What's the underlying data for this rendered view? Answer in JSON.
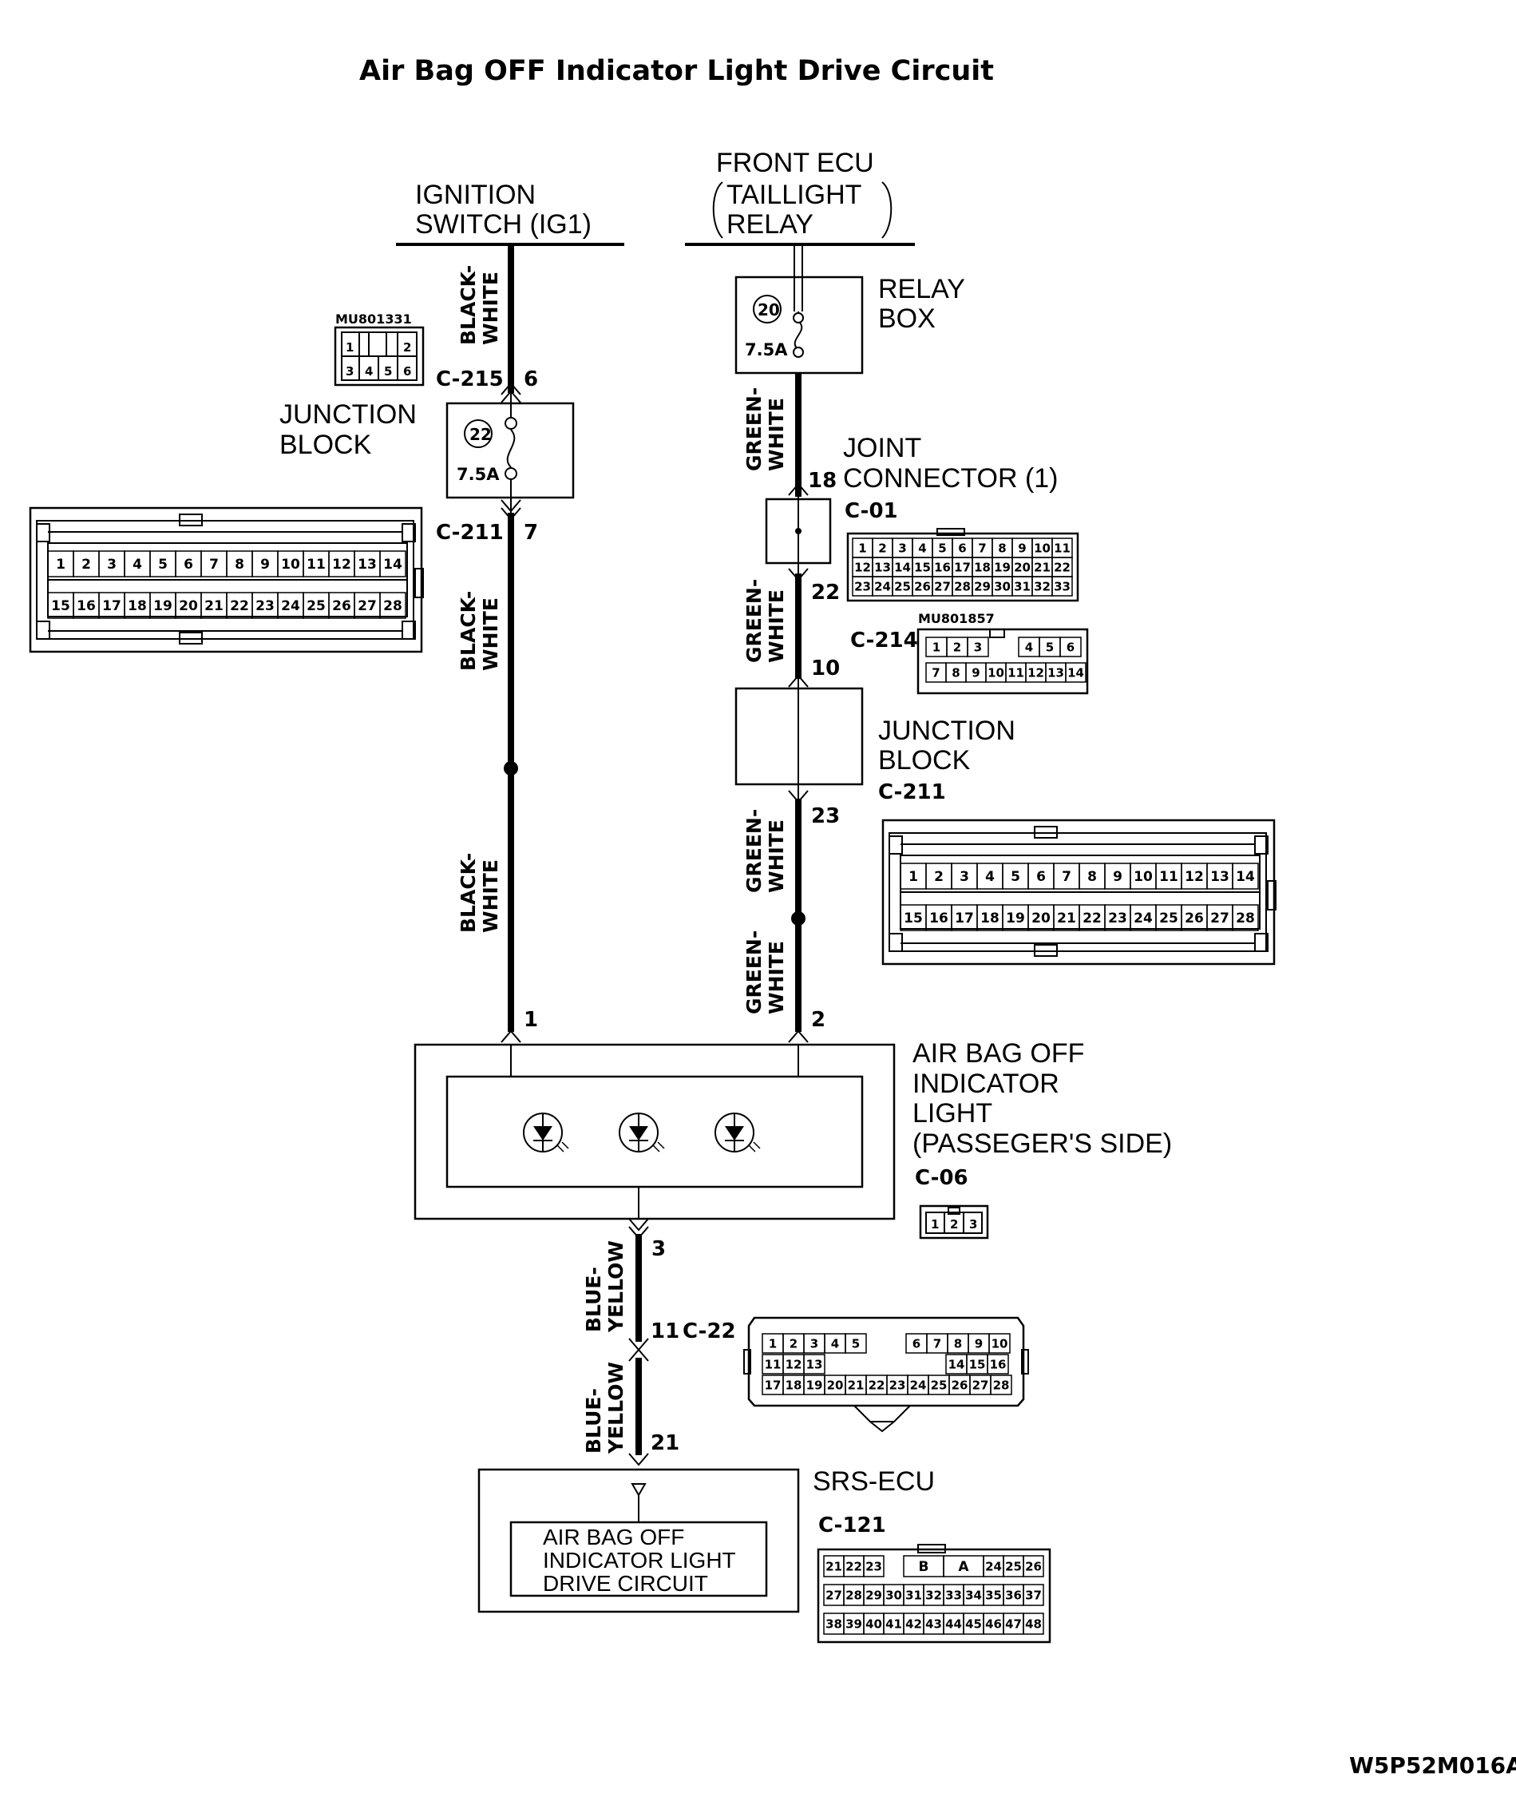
{
  "title": "Air Bag OFF Indicator Light Drive Circuit",
  "code": "W5P52M016A",
  "sources": {
    "ignition": [
      "IGNITION",
      "SWITCH (IG1)"
    ],
    "front_ecu": [
      "FRONT ECU",
      "TAILLIGHT",
      "RELAY"
    ]
  },
  "relay_box": {
    "label": [
      "RELAY",
      "BOX"
    ],
    "fuse_no": "20",
    "fuse_rating": "7.5A"
  },
  "junction_block_fuse": {
    "label": [
      "JUNCTION",
      "BLOCK"
    ],
    "fuse_no": "22",
    "fuse_rating": "7.5A",
    "top_connector": "C-215",
    "top_pin": "6",
    "bottom_connector": "C-211",
    "bottom_pin": "7"
  },
  "connector_mu801331": {
    "part": "MU801331",
    "top_row": [
      "1",
      "",
      "2"
    ],
    "bottom_row": [
      "3",
      "4",
      "5",
      "6"
    ]
  },
  "connector_c211_left": {
    "row1": [
      "1",
      "2",
      "3",
      "4",
      "5",
      "6",
      "7",
      "8",
      "9",
      "10",
      "11",
      "12",
      "13",
      "14"
    ],
    "row2": [
      "15",
      "16",
      "17",
      "18",
      "19",
      "20",
      "21",
      "22",
      "23",
      "24",
      "25",
      "26",
      "27",
      "28"
    ]
  },
  "joint_connector": {
    "label": [
      "JOINT",
      "CONNECTOR (1)"
    ],
    "connector": "C-01",
    "in_pin": "18",
    "out_pin": "22",
    "row1": [
      "1",
      "2",
      "3",
      "4",
      "5",
      "6",
      "7",
      "8",
      "9",
      "10",
      "11"
    ],
    "row2": [
      "12",
      "13",
      "14",
      "15",
      "16",
      "17",
      "18",
      "19",
      "20",
      "21",
      "22"
    ],
    "row3": [
      "23",
      "24",
      "25",
      "26",
      "27",
      "28",
      "29",
      "30",
      "31",
      "32",
      "33"
    ]
  },
  "connector_c214": {
    "connector": "C-214",
    "part": "MU801857",
    "pin": "10",
    "row1a": [
      "1",
      "2",
      "3"
    ],
    "row1b": [
      "4",
      "5",
      "6"
    ],
    "row2": [
      "7",
      "8",
      "9",
      "10",
      "11",
      "12",
      "13",
      "14"
    ]
  },
  "junction_block_right": {
    "label": [
      "JUNCTION",
      "BLOCK"
    ],
    "connector": "C-211",
    "pin": "23",
    "row1": [
      "1",
      "2",
      "3",
      "4",
      "5",
      "6",
      "7",
      "8",
      "9",
      "10",
      "11",
      "12",
      "13",
      "14"
    ],
    "row2": [
      "15",
      "16",
      "17",
      "18",
      "19",
      "20",
      "21",
      "22",
      "23",
      "24",
      "25",
      "26",
      "27",
      "28"
    ]
  },
  "wires": {
    "black_white": [
      "BLACK-",
      "WHITE"
    ],
    "green_white": [
      "GREEN-",
      "WHITE"
    ],
    "blue_yellow": [
      "BLUE-",
      "YELLOW"
    ]
  },
  "indicator": {
    "label": [
      "AIR BAG OFF",
      "INDICATOR",
      "LIGHT",
      "(PASSEGER'S SIDE)"
    ],
    "connector": "C-06",
    "pin_left": "1",
    "pin_right": "2",
    "pin_out": "3",
    "pins": [
      "1",
      "2",
      "3"
    ]
  },
  "connector_c22": {
    "connector": "C-22",
    "pin": "11",
    "row1a": [
      "1",
      "2",
      "3",
      "4",
      "5"
    ],
    "row1b": [
      "6",
      "7",
      "8",
      "9",
      "10"
    ],
    "row2a": [
      "11",
      "12",
      "13"
    ],
    "row2b": [
      "14",
      "15",
      "16"
    ],
    "row3": [
      "17",
      "18",
      "19",
      "20",
      "21",
      "22",
      "23",
      "24",
      "25",
      "26",
      "27",
      "28"
    ]
  },
  "srs_ecu": {
    "label": "SRS-ECU",
    "connector": "C-121",
    "pin": "21",
    "inner": [
      "AIR BAG OFF",
      "INDICATOR LIGHT",
      "DRIVE CIRCUIT"
    ],
    "row1a": [
      "21",
      "22",
      "23"
    ],
    "row1_mid": [
      "B",
      "A"
    ],
    "row1b": [
      "24",
      "25",
      "26"
    ],
    "row2": [
      "27",
      "28",
      "29",
      "30",
      "31",
      "32",
      "33",
      "34",
      "35",
      "36",
      "37"
    ],
    "row3": [
      "38",
      "39",
      "40",
      "41",
      "42",
      "43",
      "44",
      "45",
      "46",
      "47",
      "48"
    ]
  }
}
